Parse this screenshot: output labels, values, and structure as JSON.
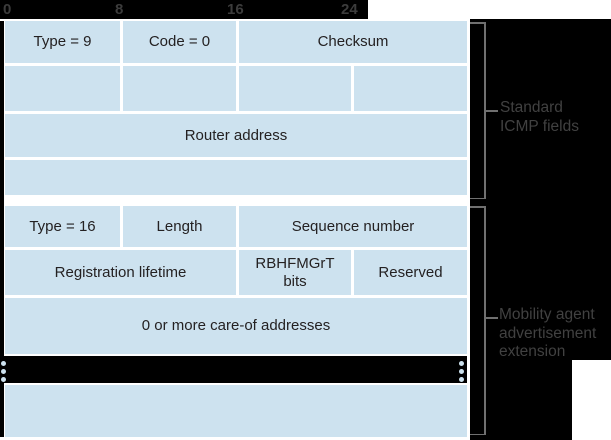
{
  "ruler": {
    "tick0": "0",
    "tick8": "8",
    "tick16": "16",
    "tick24": "24"
  },
  "icmp": {
    "type": "Type = 9",
    "code": "Code = 0",
    "checksum": "Checksum",
    "router_address": "Router address"
  },
  "extension": {
    "type": "Type = 16",
    "length": "Length",
    "sequence_number": "Sequence number",
    "registration_lifetime": "Registration lifetime",
    "bits_line1": "RBHFMGrT",
    "bits_line2": "bits",
    "reserved": "Reserved",
    "care_of": "0 or more care-of addresses"
  },
  "annotations": {
    "standard_line1": "Standard",
    "standard_line2": "ICMP fields",
    "mobility_line1": "Mobility agent",
    "mobility_line2": "advertisement",
    "mobility_line3": "extension"
  },
  "colors": {
    "cell_fill": "#cde2ef",
    "bar_black": "#000000",
    "annotation_text": "#414141",
    "bracket_line": "#707070",
    "cell_text": "#242122"
  }
}
